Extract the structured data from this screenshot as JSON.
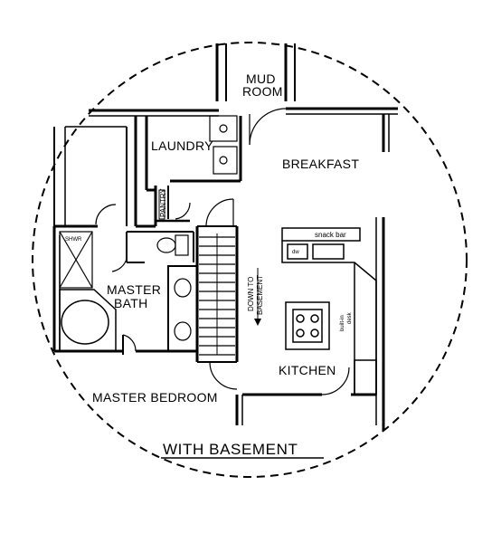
{
  "caption": "WITH BASEMENT",
  "rooms": {
    "mud_room_line1": "MUD",
    "mud_room_line2": "ROOM",
    "laundry": "LAUNDRY",
    "breakfast": "BREAKFAST",
    "pantry": "PANTRY",
    "master_bath_line1": "MASTER",
    "master_bath_line2": "BATH",
    "kitchen": "KITCHEN",
    "master_bedroom": "MASTER BEDROOM"
  },
  "fixtures": {
    "snack_bar": "snack bar",
    "stair_note_line1": "DOWN TO",
    "stair_note_line2": "BASEMENT",
    "shower": "SHWR",
    "dishwasher": "dw",
    "counter_note_line1": "built-in",
    "counter_note_line2": "desk"
  },
  "colors": {
    "line": "#000000",
    "background": "#ffffff"
  }
}
